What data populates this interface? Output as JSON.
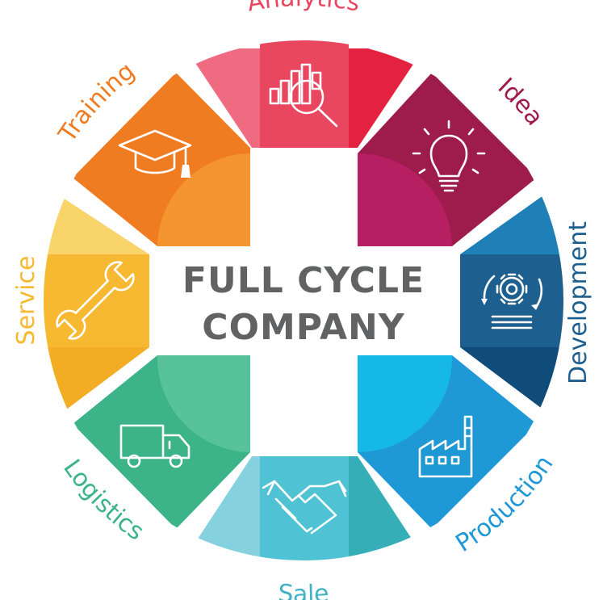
{
  "center": {
    "line1": "FULL CYCLE",
    "line2": "COMPANY"
  },
  "segments": [
    {
      "key": "analytics",
      "label": "Analytics",
      "icon": "analytics-magnifier-icon",
      "color": "#e8475f"
    },
    {
      "key": "idea",
      "label": "Idea",
      "icon": "lightbulb-icon",
      "color": "#9e1c4c"
    },
    {
      "key": "development",
      "label": "Development",
      "icon": "gear-cycle-icon",
      "color": "#1d5f8e"
    },
    {
      "key": "production",
      "label": "Production",
      "icon": "factory-icon",
      "color": "#1f98d6"
    },
    {
      "key": "sale",
      "label": "Sale",
      "icon": "handshake-icon",
      "color": "#42b3c4"
    },
    {
      "key": "logistics",
      "label": "Logistics",
      "icon": "delivery-truck-icon",
      "color": "#3db389"
    },
    {
      "key": "service",
      "label": "Service",
      "icon": "wrench-icon",
      "color": "#f6b931"
    },
    {
      "key": "training",
      "label": "Training",
      "icon": "graduation-cap-icon",
      "color": "#f07c22"
    }
  ]
}
